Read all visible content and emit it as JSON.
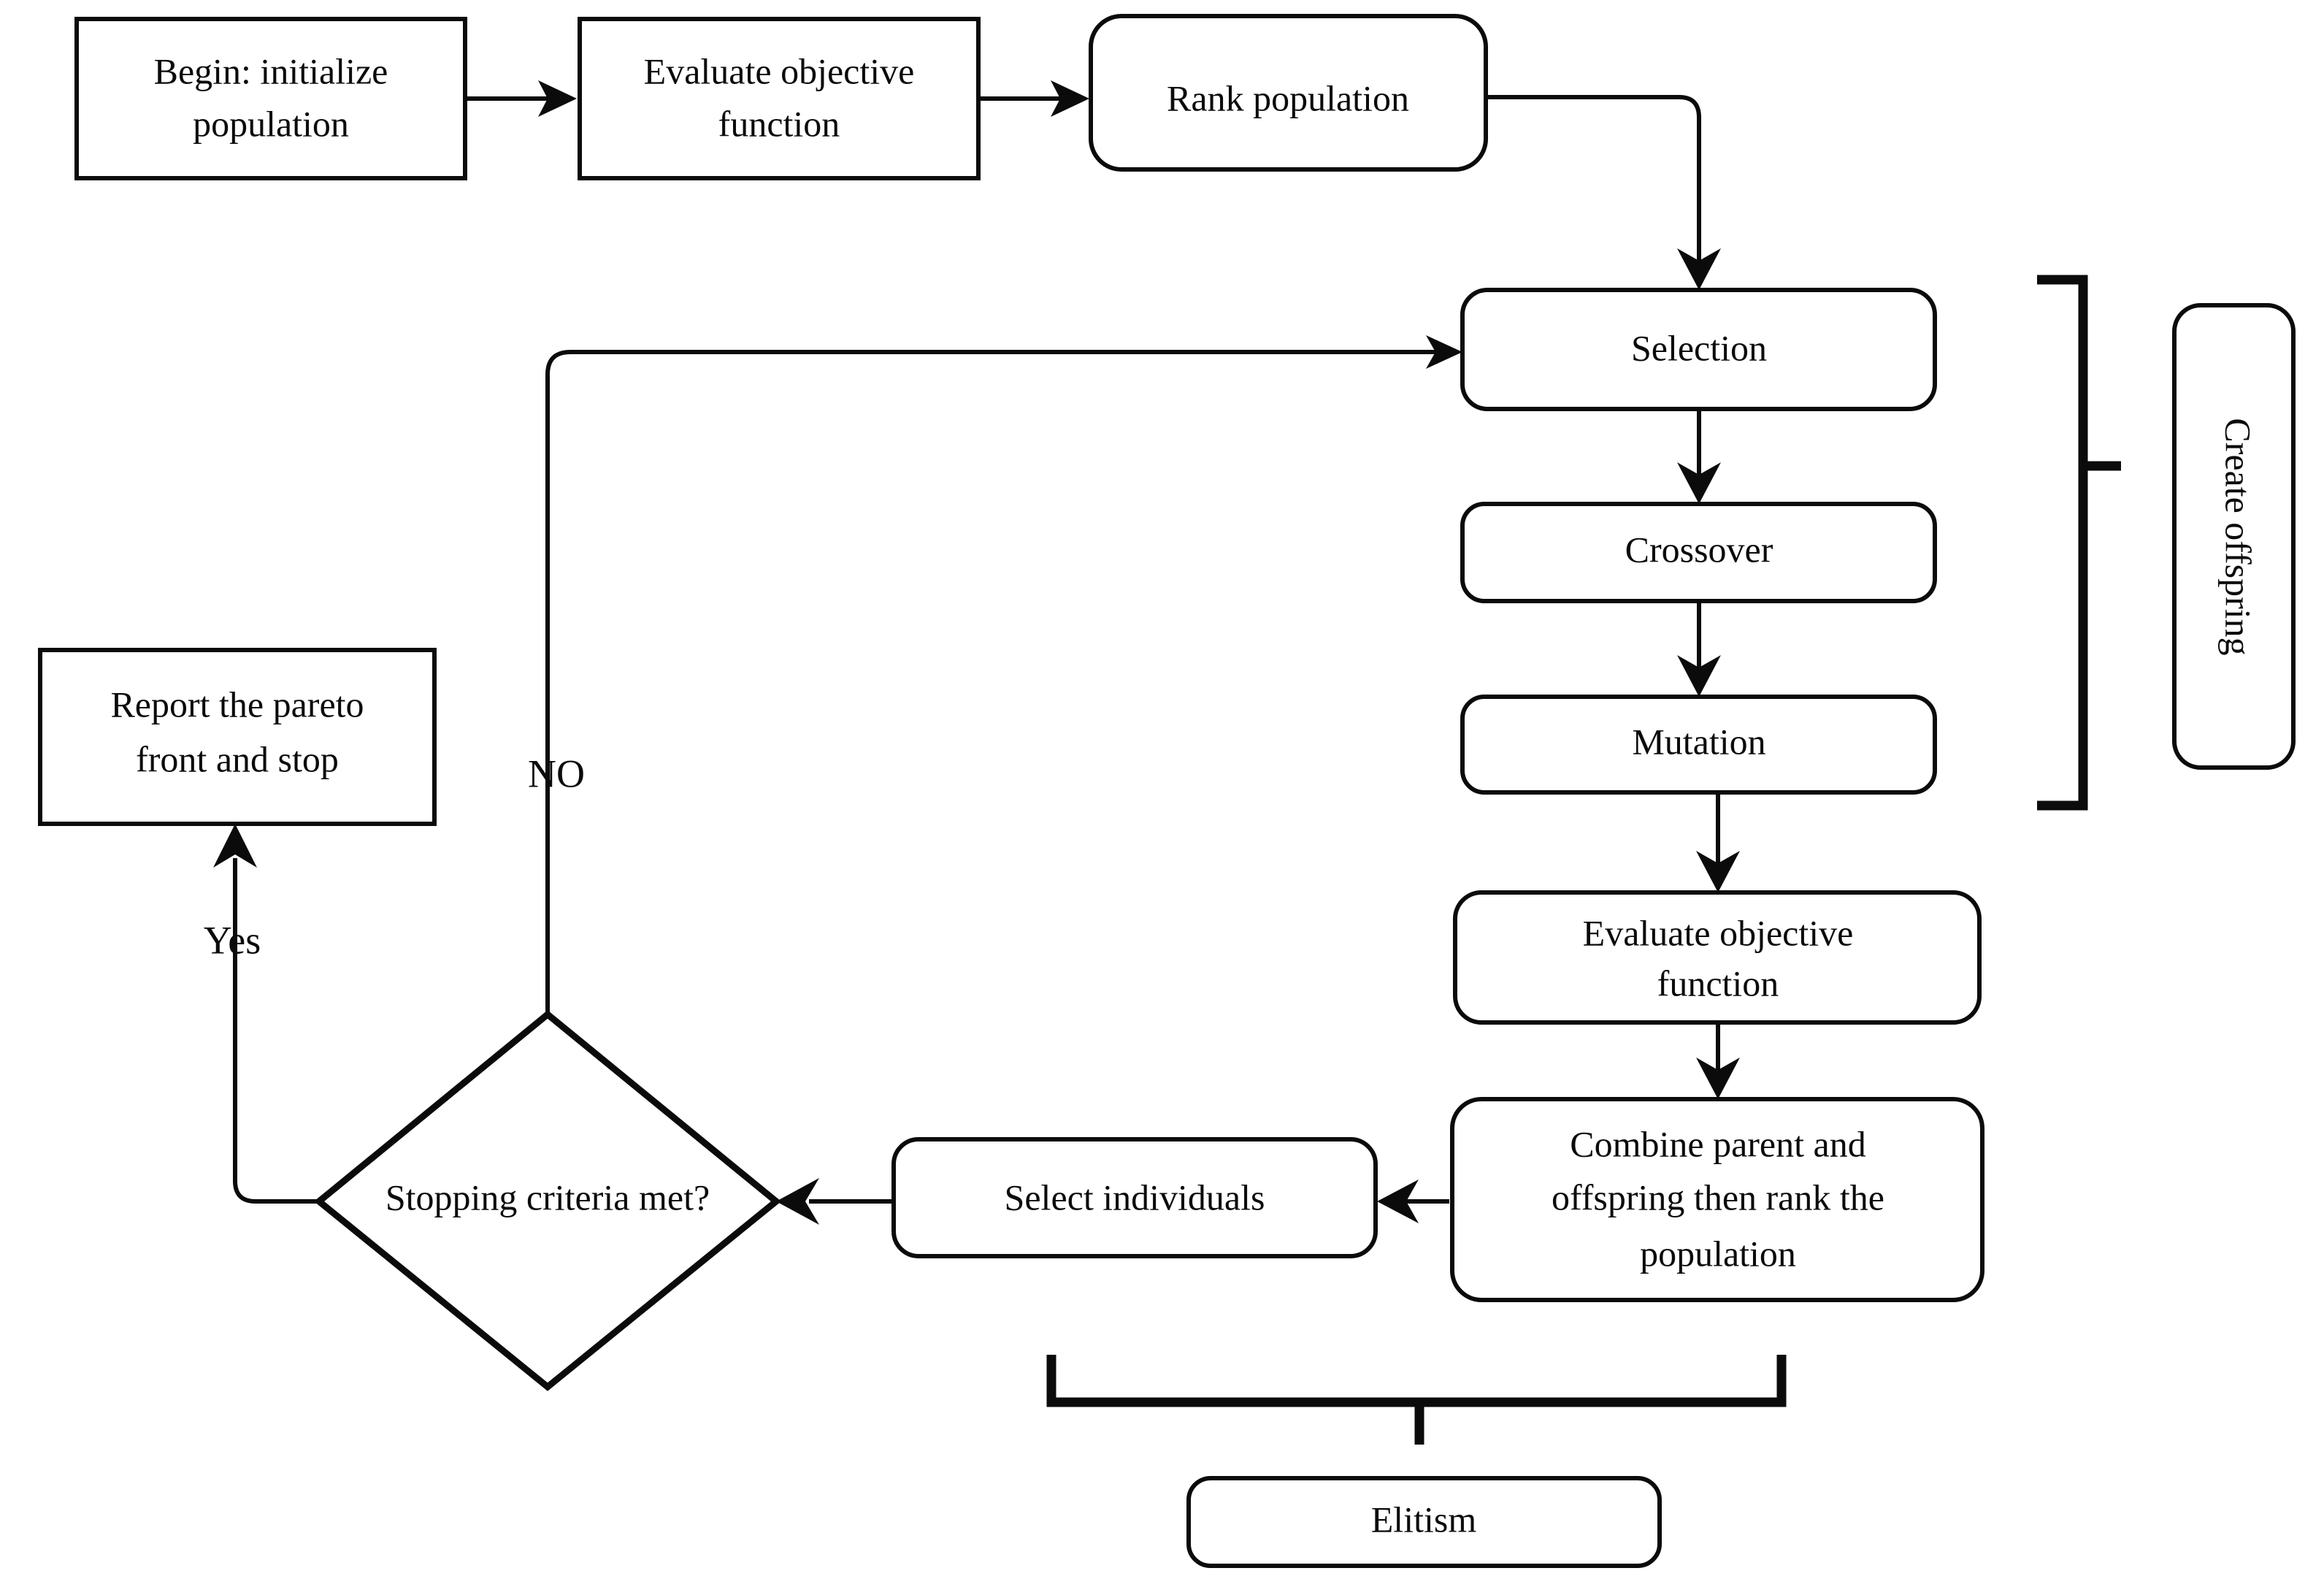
{
  "diagram": {
    "title": "Multi-objective genetic algorithm flowchart",
    "colors": {
      "stroke": "#0b0b0b",
      "fill": "#ffffff",
      "background": "#ffffff"
    },
    "nodes": {
      "begin": {
        "label": "Begin: initialize population",
        "shape": "rectangle"
      },
      "evaluate_objective_1": {
        "label": "Evaluate objective function",
        "shape": "rectangle"
      },
      "rank_population": {
        "label": "Rank population",
        "shape": "rounded-rectangle"
      },
      "selection": {
        "label": "Selection",
        "shape": "rounded-rectangle"
      },
      "crossover": {
        "label": "Crossover",
        "shape": "rounded-rectangle"
      },
      "mutation": {
        "label": "Mutation",
        "shape": "rounded-rectangle"
      },
      "evaluate_objective_2": {
        "label": "Evaluate objective function",
        "shape": "rounded-rectangle"
      },
      "combine_rank": {
        "label": "Combine parent and offspring then rank the population",
        "shape": "rounded-rectangle"
      },
      "select_individuals": {
        "label": "Select individuals",
        "shape": "rounded-rectangle"
      },
      "stopping_criteria": {
        "label": "Stopping criteria met?",
        "shape": "diamond"
      },
      "report_pareto": {
        "label": "Report the pareto front and stop",
        "shape": "rectangle"
      },
      "create_offspring": {
        "label": "Create offspring",
        "shape": "rounded-rectangle",
        "orientation": "vertical"
      },
      "elitism": {
        "label": "Elitism",
        "shape": "rounded-rectangle"
      }
    },
    "node_text_lines": {
      "begin": [
        "Begin: initialize",
        "population"
      ],
      "evaluate_objective_1": [
        "Evaluate objective",
        "function"
      ],
      "rank_population": [
        "Rank population"
      ],
      "selection": [
        "Selection"
      ],
      "crossover": [
        "Crossover"
      ],
      "mutation": [
        "Mutation"
      ],
      "evaluate_objective_2": [
        "Evaluate objective",
        "function"
      ],
      "combine_rank": [
        "Combine parent and",
        "offspring then rank the",
        "population"
      ],
      "select_individuals": [
        "Select individuals"
      ],
      "stopping_criteria": [
        "Stopping criteria met?"
      ],
      "report_pareto": [
        "Report the pareto",
        "front and stop"
      ],
      "create_offspring": [
        "Create offspring"
      ],
      "elitism": [
        "Elitism"
      ]
    },
    "edge_labels": {
      "no": "NO",
      "yes": "Yes"
    },
    "brackets": {
      "create_offspring_group": [
        "selection",
        "crossover",
        "mutation"
      ],
      "elitism_group": [
        "select_individuals",
        "combine_rank"
      ]
    }
  }
}
